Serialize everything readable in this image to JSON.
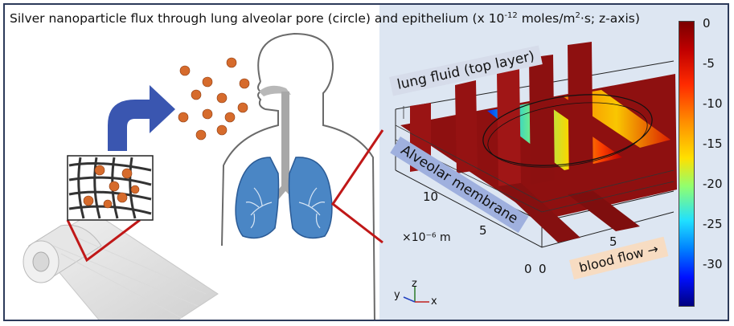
{
  "title": {
    "main": "Silver nanoparticle flux through lung alveolar pore (circle) and epithelium (x 10",
    "exp": "-12",
    "units": " moles/m",
    "sq": "2",
    "tail": "·s; z-axis)"
  },
  "labels": {
    "lung_fluid": "lung fluid (top layer)",
    "membrane": "Alveolar membrane",
    "blood_flow": "blood flow →",
    "axis_unit": "×10⁻⁶ m"
  },
  "axis_ticks": {
    "y_10": "10",
    "y_5": "5",
    "y_0": "0",
    "x_0": "0",
    "x_5": "5"
  },
  "triad": {
    "y": "y",
    "z": "z",
    "x": "x"
  },
  "colorbar": {
    "ticks": [
      "0",
      "-5",
      "-10",
      "-15",
      "-20",
      "-25",
      "-30"
    ],
    "min": -35,
    "max": 0
  },
  "colors": {
    "frame": "#2c3a5a",
    "panel": "#dde6f2",
    "lung_blue": "#4a86c5",
    "arrow_blue": "#3a56b0",
    "nanoparticle": "#d66b2c",
    "callout_red": "#c01818",
    "slab_red": "#8e1010"
  }
}
